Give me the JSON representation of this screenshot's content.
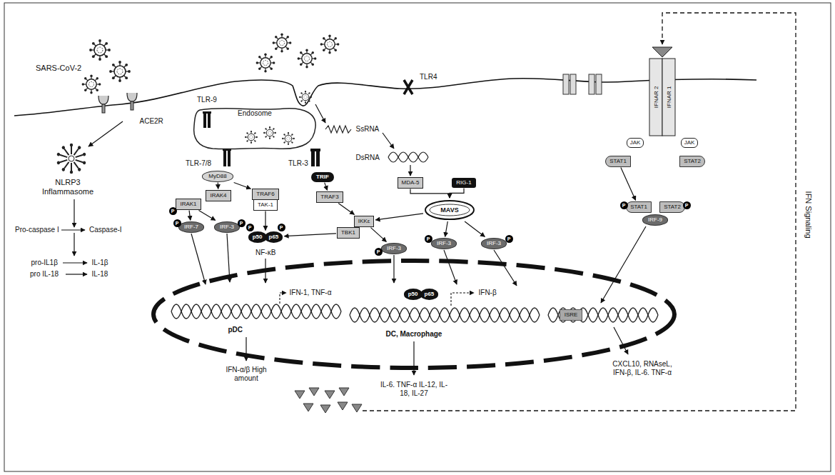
{
  "diagram": {
    "nodes": [
      {
        "text": [
          "Endosome"
        ]
      },
      {
        "text": [
          "MyD88"
        ]
      },
      {
        "text": [
          "TRIF"
        ]
      },
      {
        "text": [
          "IRAK4"
        ]
      },
      {
        "text": [
          "IRAK1"
        ]
      },
      {
        "text": [
          "IRF-7"
        ]
      },
      {
        "text": [
          "IRF-3"
        ]
      },
      {
        "text": [
          "TRAF6"
        ]
      },
      {
        "text": [
          "TAK-1"
        ]
      },
      {
        "text": [
          "p50",
          "p65"
        ]
      },
      {
        "text": [
          "TRAF3"
        ]
      },
      {
        "text": [
          "IKKε"
        ]
      },
      {
        "text": [
          "TBK1"
        ]
      },
      {
        "text": [
          "IRF-3"
        ]
      },
      {
        "text": [
          "MDA-5"
        ]
      },
      {
        "text": [
          "RIG-1"
        ]
      },
      {
        "text": [
          "MAVS"
        ]
      },
      {
        "text": [
          "IRF-3"
        ]
      },
      {
        "text": [
          "IRF-3"
        ]
      },
      {
        "text": [
          "JAK"
        ]
      },
      {
        "text": [
          "JAK"
        ]
      },
      {
        "text": [
          "STAT1"
        ]
      },
      {
        "text": [
          "STAT2"
        ]
      },
      {
        "text": [
          "STAT1"
        ]
      },
      {
        "text": [
          "STAT2"
        ]
      },
      {
        "text": [
          "IRF-9"
        ]
      },
      {
        "text": [
          "p50",
          "p65"
        ]
      },
      {
        "text": [
          "ISRE"
        ]
      }
    ],
    "edges": [
      {
        "from": 1,
        "to": 3,
        "arrow": "to"
      },
      {
        "from": 1,
        "to": 7,
        "arrow": "to"
      },
      {
        "from": 4,
        "to": 5,
        "arrow": "to"
      },
      {
        "from": 4,
        "to": 6,
        "arrow": "to"
      },
      {
        "from": 8,
        "to": 9,
        "arrow": "to"
      },
      {
        "from": 2,
        "to": 10,
        "arrow": "to"
      },
      {
        "from": 10,
        "to": 11,
        "arrow": "to"
      },
      {
        "from": 12,
        "to": 9,
        "arrow": "to"
      },
      {
        "from": 11,
        "to": 13,
        "arrow": "to"
      },
      {
        "from": 16,
        "to": 11,
        "arrow": "to"
      },
      {
        "from": 14,
        "to": 16,
        "arrow": "to"
      },
      {
        "from": 15,
        "to": 16,
        "arrow": "to"
      },
      {
        "from": 16,
        "to": 17,
        "arrow": "to"
      },
      {
        "from": 16,
        "to": 18,
        "arrow": "to"
      },
      {
        "from": 21,
        "to": 23,
        "arrow": "to"
      }
    ],
    "labels": [
      "SARS-CoV-2",
      "ACE2R",
      "TLR-9",
      "TLR4",
      "TLR-7/8",
      "TLR-3",
      "SsRNA",
      "DsRNA",
      "IFNAR 2",
      "IFNAR 1",
      "NLRP3 Inflammasome",
      "Pro-caspase I",
      "Caspase-I",
      "pro-IL1β",
      "IL-1β",
      "pro IL-18",
      "IL-18",
      "P",
      "P",
      "P",
      "P",
      "P",
      "P",
      "P",
      "P",
      "P",
      "P",
      "NF-κB",
      "IFN-1, TNF-α",
      "pDC",
      "IFN-β",
      "DC, Macrophage",
      "IFN-α/β High amount",
      "IL-6. TNF-α IL-12, IL-18, IL-27",
      "CXCL10, RNAseL, IFN-β, IL-6. TNF-α",
      "IFN Signaling"
    ]
  }
}
